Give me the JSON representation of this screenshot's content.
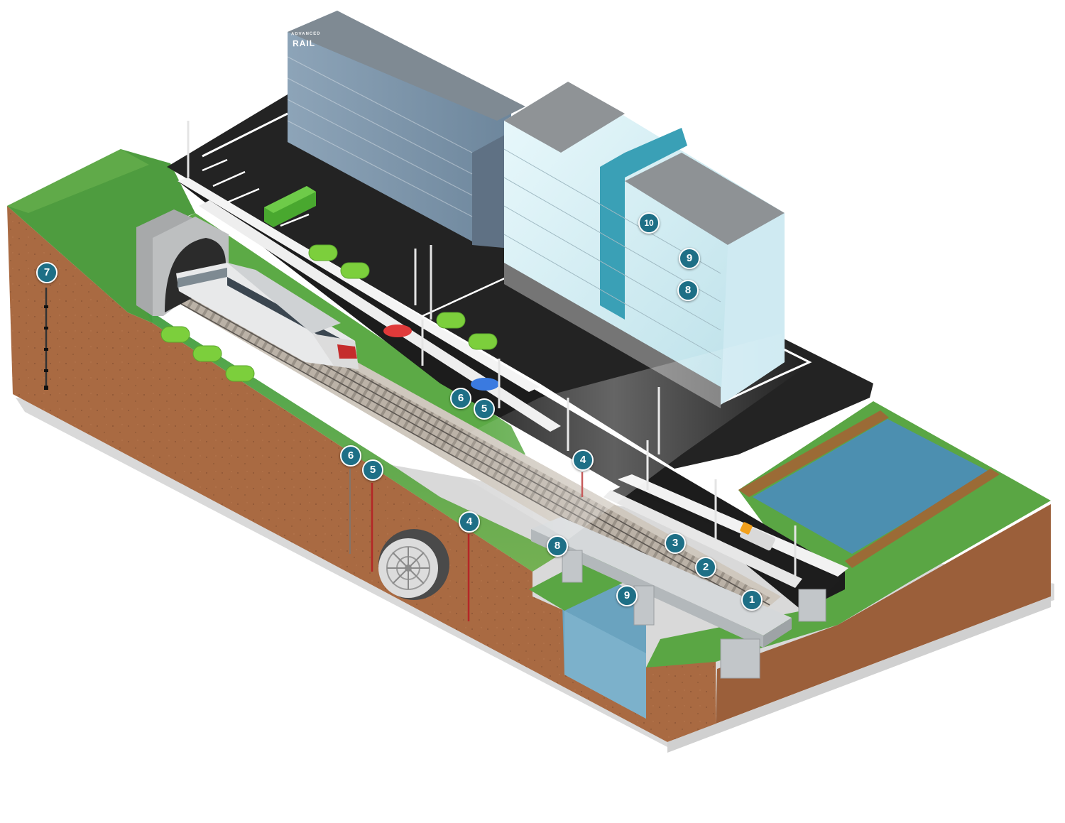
{
  "logo": {
    "small": "ADVANCED",
    "main": "RAIL"
  },
  "colors": {
    "marker": "#1e6f86",
    "soil": "#a96a42",
    "grass": "#63a143",
    "asphalt": "#1f1f1f",
    "water": "#4c8fb0",
    "glass": "#d8f1f7",
    "concrete": "#c9cdcf"
  },
  "markers": [
    {
      "label": "1",
      "name": "marker-1-track"
    },
    {
      "label": "2",
      "name": "marker-2-bridge-deck"
    },
    {
      "label": "3",
      "name": "marker-3-bridge-edge"
    },
    {
      "label": "4",
      "name": "marker-4-subsurface-probe"
    },
    {
      "label": "4",
      "name": "marker-4-surface-probe"
    },
    {
      "label": "5",
      "name": "marker-5-subsurface-probe"
    },
    {
      "label": "5",
      "name": "marker-5-surface-sensor"
    },
    {
      "label": "6",
      "name": "marker-6-subsurface-probe"
    },
    {
      "label": "6",
      "name": "marker-6-surface-sensor"
    },
    {
      "label": "7",
      "name": "marker-7-borehole"
    },
    {
      "label": "8",
      "name": "marker-8-bridge-pier"
    },
    {
      "label": "8",
      "name": "marker-8-building-sensor"
    },
    {
      "label": "9",
      "name": "marker-9-bridge-pier"
    },
    {
      "label": "9",
      "name": "marker-9-building-sensor"
    },
    {
      "label": "10",
      "name": "marker-10-building-roof"
    }
  ]
}
